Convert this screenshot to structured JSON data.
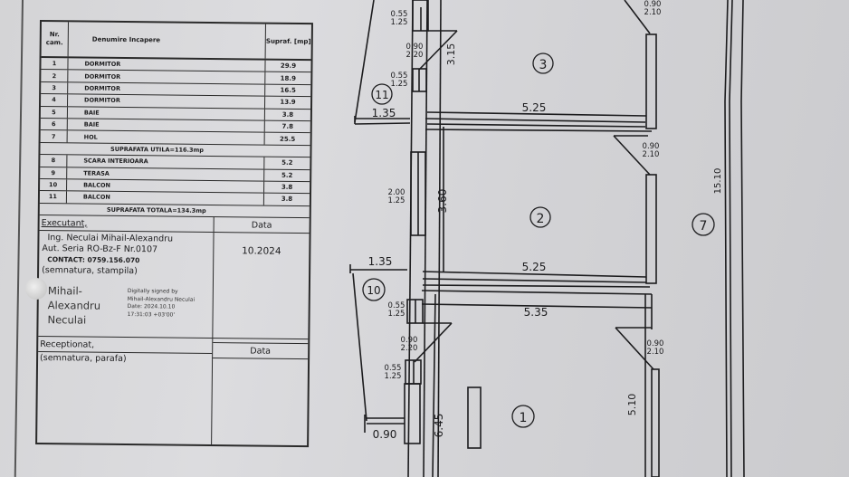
{
  "legend_table": {
    "headers": {
      "nr": "Nr. cam.",
      "name": "Denumire Incapere",
      "area": "Supraf. [mp]"
    },
    "rooms": [
      {
        "nr": "1",
        "name": "DORMITOR",
        "area": "29.9"
      },
      {
        "nr": "2",
        "name": "DORMITOR",
        "area": "18.9"
      },
      {
        "nr": "3",
        "name": "DORMITOR",
        "area": "16.5"
      },
      {
        "nr": "4",
        "name": "DORMITOR",
        "area": "13.9"
      },
      {
        "nr": "5",
        "name": "BAIE",
        "area": "3.8"
      },
      {
        "nr": "6",
        "name": "BAIE",
        "area": "7.8"
      },
      {
        "nr": "7",
        "name": "HOL",
        "area": "25.5"
      }
    ],
    "useful_area_label": "SUPRAFATA UTILA=116.3mp",
    "extra_rooms": [
      {
        "nr": "8",
        "name": "SCARA INTERIOARA",
        "area": "5.2"
      },
      {
        "nr": "9",
        "name": "TERASA",
        "area": "5.2"
      },
      {
        "nr": "10",
        "name": "BALCON",
        "area": "3.8"
      },
      {
        "nr": "11",
        "name": "BALCON",
        "area": "3.8"
      }
    ],
    "total_area_label": "SUPRAFATA TOTALA=134.3mp"
  },
  "executant": {
    "header": "Executant,",
    "date_header": "Data",
    "line1": "Ing. Neculai Mihail-Alexandru",
    "line2": "Aut. Seria RO-Bz-F Nr.0107",
    "contact": "CONTACT: 0759.156.070",
    "note": "(semnatura, stampila)",
    "date_value": "10.2024",
    "digital_signature": {
      "name_line1": "Mihail-",
      "name_line2": "Alexandru",
      "name_line3": "Neculai",
      "detail_line1": "Digitally signed by",
      "detail_line2": "Mihail-Alexandru Neculai",
      "detail_line3": "Date: 2024.10.10",
      "detail_line4": "17:31:03 +03'00'"
    }
  },
  "receptionat": {
    "header": "Receptionat,",
    "date_header": "Data",
    "note": "(semnatura, parafa)"
  },
  "floor_plan": {
    "room_labels": [
      "1",
      "2",
      "3",
      "7",
      "10",
      "11"
    ],
    "dimensions": {
      "room3_width": "5.25",
      "room2_width": "5.25",
      "room1_width": "5.35",
      "room3_depth": "3.15",
      "room2_depth": "3.60",
      "room1_depth": "6.45",
      "room1_side": "5.10",
      "total_length": "15.10",
      "balcony11_width": "1.35",
      "balcony10_width": "1.35",
      "balcony_bottom": "0.90"
    },
    "openings": {
      "win_top": {
        "w": "0.55",
        "h": "1.25"
      },
      "door_11": {
        "w": "0.90",
        "h": "2.20"
      },
      "win_11": {
        "w": "0.55",
        "h": "1.25"
      },
      "door_3": {
        "w": "0.90",
        "h": "2.10"
      },
      "win_2": {
        "w": "2.00",
        "h": "1.25"
      },
      "door_2": {
        "w": "0.90",
        "h": "2.10"
      },
      "win_10": {
        "w": "0.55",
        "h": "1.25"
      },
      "door_10": {
        "w": "0.90",
        "h": "2.20"
      },
      "win_1": {
        "w": "0.55",
        "h": "1.25"
      },
      "door_1": {
        "w": "0.90",
        "h": "2.10"
      }
    }
  }
}
